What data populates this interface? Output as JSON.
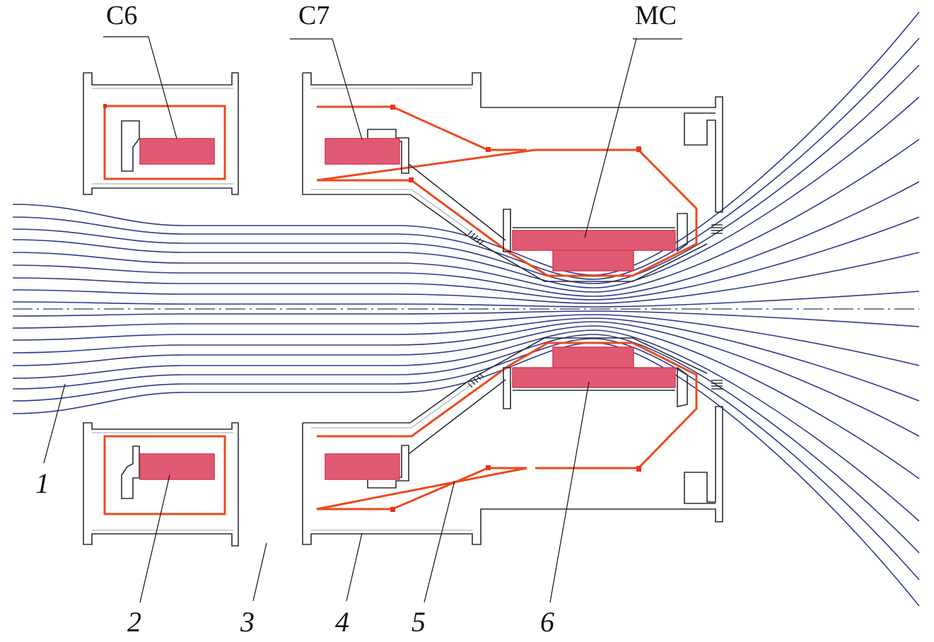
{
  "figure": {
    "description": "Cross-section of a magnetic lens assembly with field lines",
    "top_labels": [
      {
        "id": "c6",
        "text": "C6"
      },
      {
        "id": "c7",
        "text": "C7"
      },
      {
        "id": "mc",
        "text": "MC"
      }
    ],
    "bottom_labels": [
      {
        "id": "1",
        "text": "1"
      },
      {
        "id": "2",
        "text": "2"
      },
      {
        "id": "3",
        "text": "3"
      },
      {
        "id": "4",
        "text": "4"
      },
      {
        "id": "5",
        "text": "5"
      },
      {
        "id": "6",
        "text": "6"
      }
    ],
    "colors": {
      "field_lines": "#2d3a8c",
      "coil_fill": "#e05a74",
      "shield": "#ee4a1e",
      "housing": "#2b2f33",
      "axis": "#7d868c"
    },
    "field_line_count": 18
  }
}
